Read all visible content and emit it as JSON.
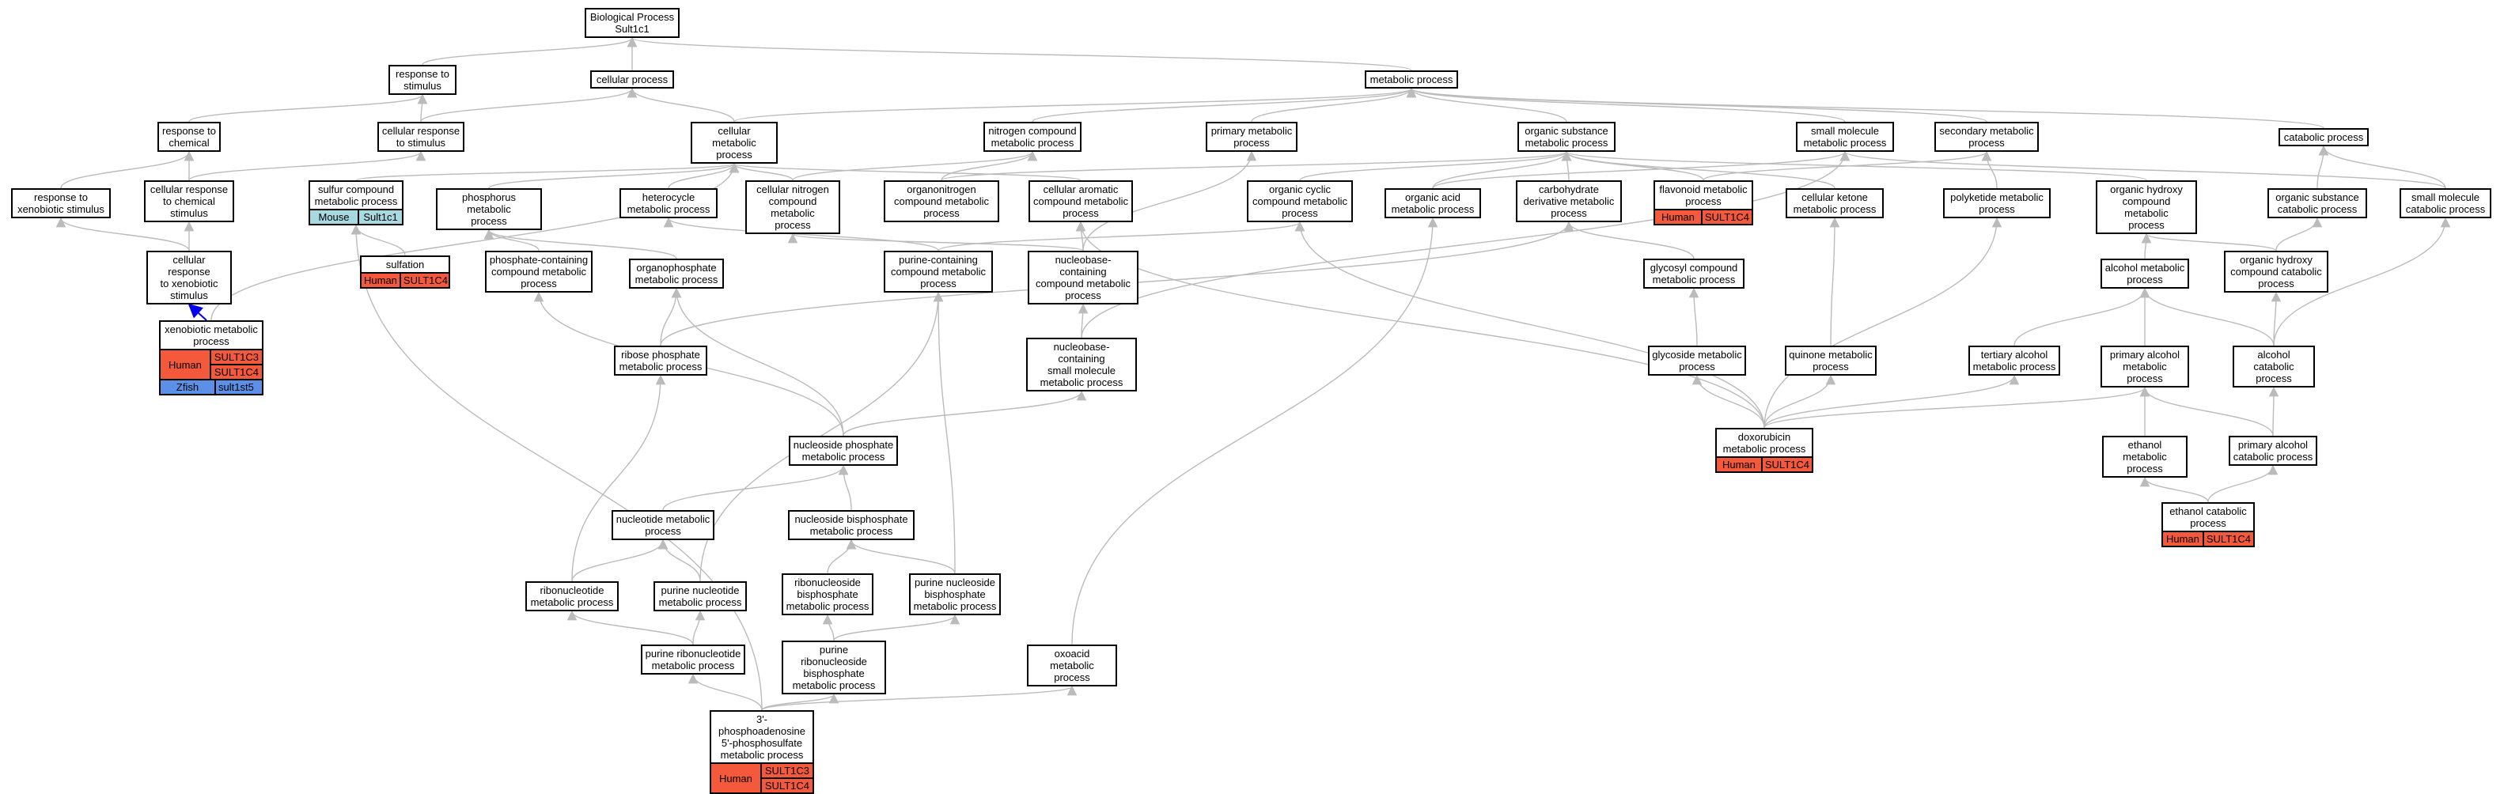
{
  "colors": {
    "edge": "#bbbbbb",
    "edge_highlight": "#0000ee",
    "human": "#f4593b",
    "mouse": "#a8d8e0",
    "zfish": "#5b8fe8"
  },
  "nodes": {
    "bp": "Biological Process\nSult1c1",
    "rts": "response to\nstimulus",
    "cp": "cellular process",
    "mp": "metabolic process",
    "rtc": "response to\nchemical",
    "crts": "cellular response\nto stimulus",
    "cmp": "cellular metabolic\nprocess",
    "ncmp": "nitrogen compound\nmetabolic process",
    "pmp": "primary metabolic\nprocess",
    "osmp": "organic substance\nmetabolic process",
    "smmp": "small molecule\nmetabolic process",
    "secmp": "secondary metabolic\nprocess",
    "catp": "catabolic process",
    "rtxs": "response to\nxenobiotic stimulus",
    "crtc": "cellular response\nto chemical\nstimulus",
    "scmp": "sulfur compound\nmetabolic process",
    "phmp": "phosphorus metabolic\nprocess",
    "hmp": "heterocycle\nmetabolic process",
    "cncmp": "cellular nitrogen\ncompound metabolic\nprocess",
    "orgncmp": "organonitrogen\ncompound metabolic\nprocess",
    "cacmp": "cellular aromatic\ncompound metabolic\nprocess",
    "occmp": "organic cyclic\ncompound metabolic\nprocess",
    "oamp": "organic acid\nmetabolic process",
    "cdmp": "carbohydrate\nderivative metabolic\nprocess",
    "fmp": "flavonoid metabolic\nprocess",
    "ckmp": "cellular ketone\nmetabolic process",
    "pkmp": "polyketide metabolic\nprocess",
    "ohcmp": "organic hydroxy\ncompound metabolic\nprocess",
    "oscp": "organic substance\ncatabolic process",
    "smcp": "small molecule\ncatabolic process",
    "crtxs": "cellular response\nto xenobiotic\nstimulus",
    "sulf": "sulfation",
    "pccmp": "phosphate-containing\ncompound metabolic\nprocess",
    "opmp": "organophosphate\nmetabolic process",
    "pccmp2": "purine-containing\ncompound metabolic\nprocess",
    "nbccmp": "nucleobase-containing\ncompound metabolic\nprocess",
    "gcmp": "glycosyl compound\nmetabolic process",
    "almp": "alcohol metabolic\nprocess",
    "ohccp": "organic hydroxy\ncompound catabolic\nprocess",
    "xmp": "xenobiotic metabolic\nprocess",
    "rpmp": "ribose phosphate\nmetabolic process",
    "nbcsmmp": "nucleobase-containing\nsmall molecule\nmetabolic process",
    "glmp": "glycoside metabolic\nprocess",
    "qmp": "quinone metabolic\nprocess",
    "tamp": "tertiary alcohol\nmetabolic process",
    "pamp": "primary alcohol\nmetabolic process",
    "alcp": "alcohol catabolic\nprocess",
    "nspmp": "nucleoside phosphate\nmetabolic process",
    "dmp": "doxorubicin\nmetabolic process",
    "emp": "ethanol metabolic\nprocess",
    "pacp": "primary alcohol\ncatabolic process",
    "ntmp": "nucleotide metabolic\nprocess",
    "nbpmp": "nucleoside bisphosphate\nmetabolic process",
    "ecp": "ethanol catabolic\nprocess",
    "rnmp": "ribonucleotide\nmetabolic process",
    "pnmp": "purine nucleotide\nmetabolic process",
    "rbpmp": "ribonucleoside\nbisphosphate\nmetabolic process",
    "pnbpmp": "purine nucleoside\nbisphosphate\nmetabolic process",
    "prnmp": "purine ribonucleotide\nmetabolic process",
    "prnbpmp": "purine ribonucleoside\nbisphosphate\nmetabolic process",
    "oxmp": "oxoacid metabolic\nprocess",
    "paps": "3'-phosphoadenosine\n5'-phosphosulfate\nmetabolic process"
  },
  "annotations": {
    "scmp": [
      {
        "org": "Mouse",
        "genes": [
          "Sult1c1"
        ],
        "color": "mouse"
      }
    ],
    "fmp": [
      {
        "org": "Human",
        "genes": [
          "SULT1C4"
        ],
        "color": "human"
      }
    ],
    "sulf": [
      {
        "org": "Human",
        "genes": [
          "SULT1C4"
        ],
        "color": "human"
      }
    ],
    "xmp": [
      {
        "org": "Human",
        "genes": [
          "SULT1C3",
          "SULT1C4"
        ],
        "color": "human"
      },
      {
        "org": "Zfish",
        "genes": [
          "sult1st5"
        ],
        "color": "zfish"
      }
    ],
    "dmp": [
      {
        "org": "Human",
        "genes": [
          "SULT1C4"
        ],
        "color": "human"
      }
    ],
    "ecp": [
      {
        "org": "Human",
        "genes": [
          "SULT1C4"
        ],
        "color": "human"
      }
    ],
    "paps": [
      {
        "org": "Human",
        "genes": [
          "SULT1C3",
          "SULT1C4"
        ],
        "color": "human"
      }
    ]
  }
}
